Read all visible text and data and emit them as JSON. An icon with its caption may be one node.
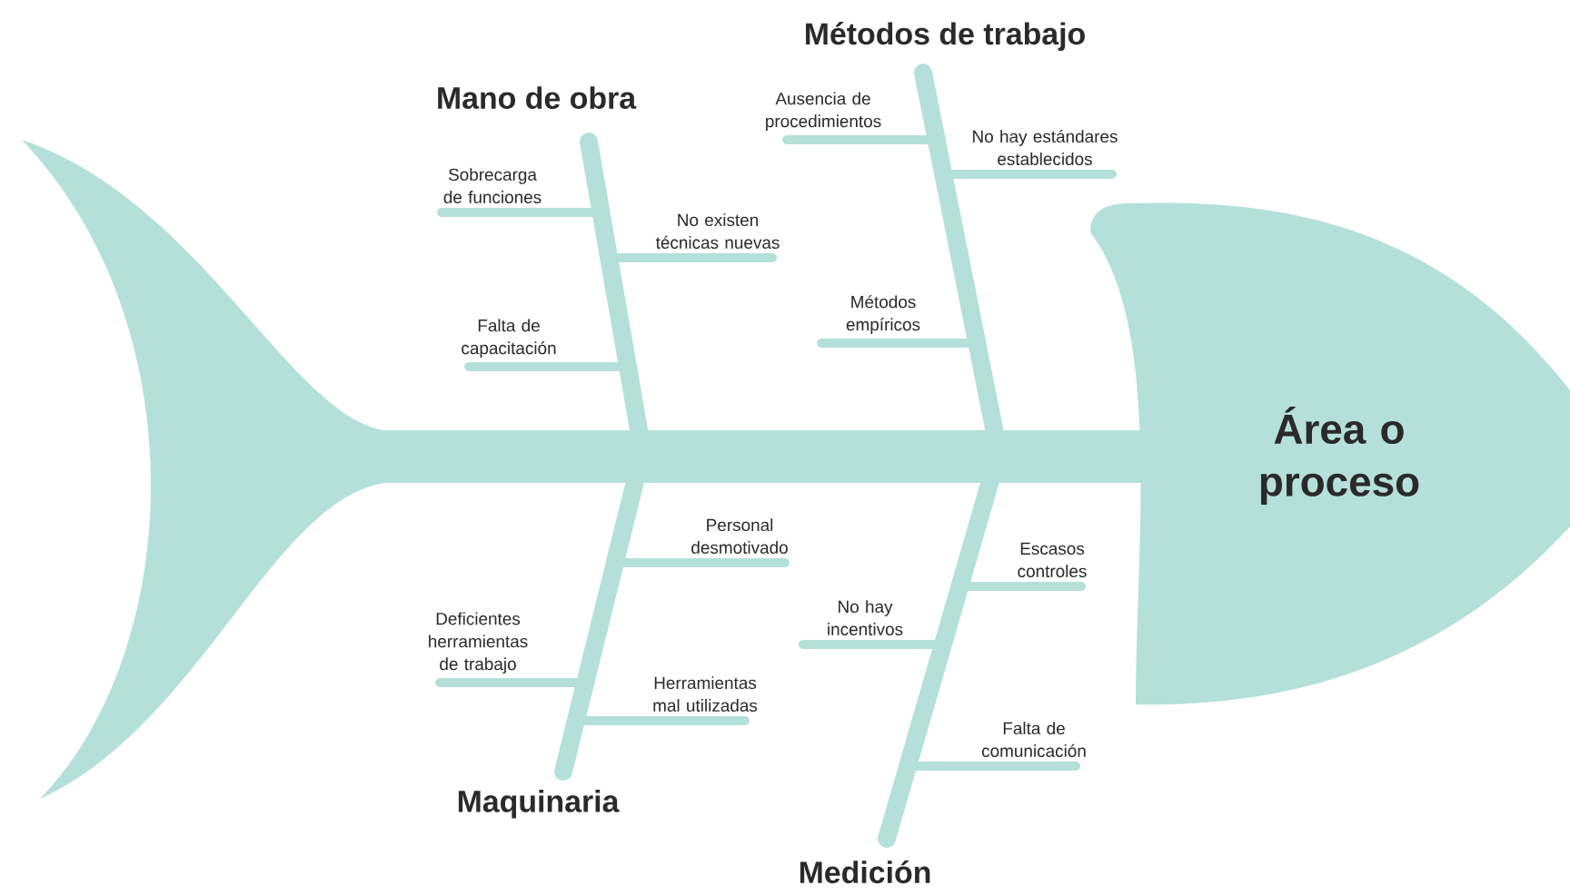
{
  "diagram": {
    "nodes": [
      {
        "text": [
          "Mano de obra"
        ]
      },
      {
        "text": [
          "Métodos de trabajo"
        ]
      },
      {
        "text": [
          "Maquinaria"
        ]
      },
      {
        "text": [
          "Medición"
        ]
      },
      {
        "text": [
          "Área o proceso"
        ]
      },
      {
        "text": [
          "Sobrecarga de funciones"
        ]
      },
      {
        "text": [
          "No existen técnicas nuevas"
        ]
      },
      {
        "text": [
          "Falta de capacitación"
        ]
      },
      {
        "text": [
          "Ausencia de procedimientos"
        ]
      },
      {
        "text": [
          "No hay estándares establecidos"
        ]
      },
      {
        "text": [
          "Métodos empíricos"
        ]
      },
      {
        "text": [
          "Personal desmotivado"
        ]
      },
      {
        "text": [
          "Deficientes herramientas de trabajo"
        ]
      },
      {
        "text": [
          "Herramientas mal utilizadas"
        ]
      },
      {
        "text": [
          "No hay incentivos"
        ]
      },
      {
        "text": [
          "Escasos controles"
        ]
      },
      {
        "text": [
          "Falta de comunicación"
        ]
      }
    ],
    "edges": [
      {
        "from": 0,
        "to": 4,
        "arrow": "none",
        "style": "thick"
      },
      {
        "from": 1,
        "to": 4,
        "arrow": "none",
        "style": "thick"
      },
      {
        "from": 2,
        "to": 4,
        "arrow": "none",
        "style": "thick"
      },
      {
        "from": 3,
        "to": 4,
        "arrow": "none",
        "style": "thick"
      },
      {
        "from": 5,
        "to": 0,
        "arrow": "none"
      },
      {
        "from": 6,
        "to": 0,
        "arrow": "none"
      },
      {
        "from": 7,
        "to": 0,
        "arrow": "none"
      },
      {
        "from": 8,
        "to": 1,
        "arrow": "none"
      },
      {
        "from": 9,
        "to": 1,
        "arrow": "none"
      },
      {
        "from": 10,
        "to": 1,
        "arrow": "none"
      },
      {
        "from": 11,
        "to": 2,
        "arrow": "none"
      },
      {
        "from": 12,
        "to": 2,
        "arrow": "none"
      },
      {
        "from": 13,
        "to": 2,
        "arrow": "none"
      },
      {
        "from": 14,
        "to": 3,
        "arrow": "none"
      },
      {
        "from": 15,
        "to": 3,
        "arrow": "none"
      },
      {
        "from": 16,
        "to": 3,
        "arrow": "none"
      }
    ]
  }
}
